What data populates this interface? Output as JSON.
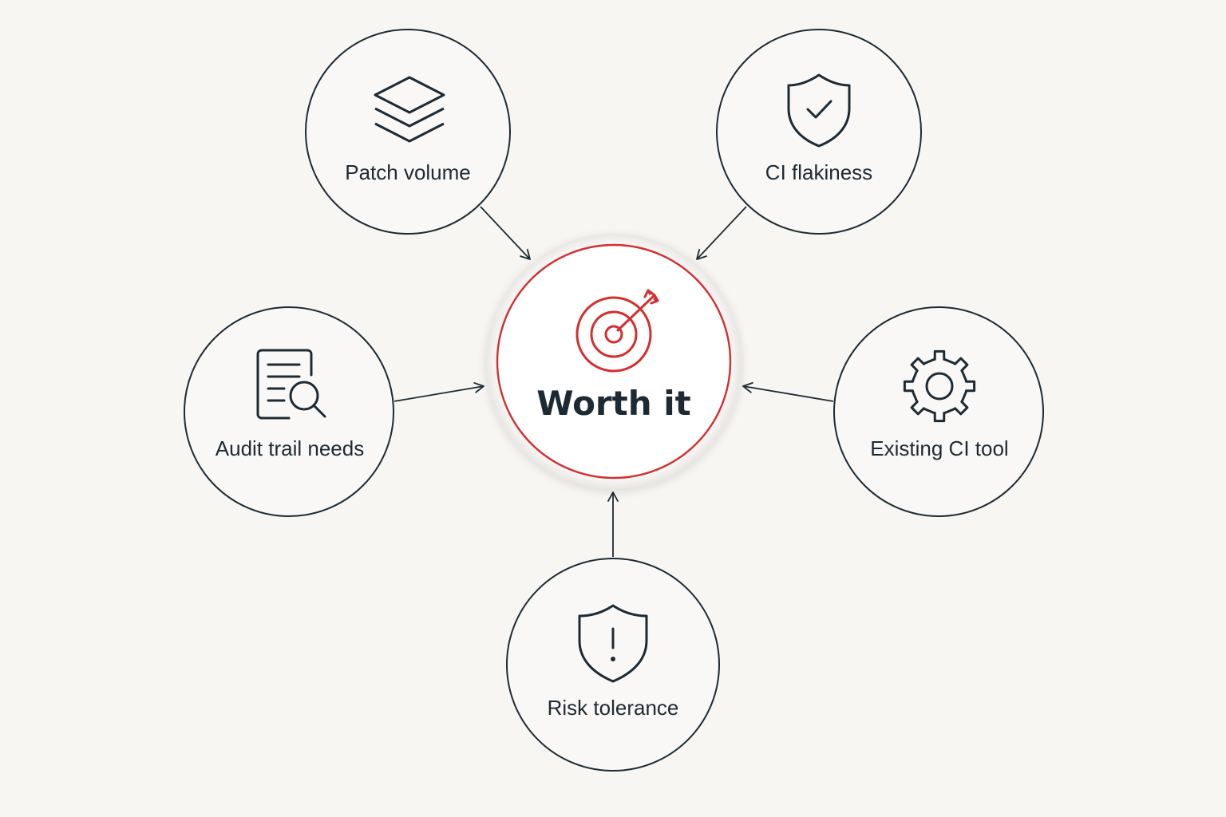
{
  "center": {
    "label": "Worth it",
    "icon": "target-icon",
    "accent_color": "#d42e2e"
  },
  "factors": [
    {
      "id": "patch-volume",
      "label": "Patch volume",
      "icon": "layers-icon"
    },
    {
      "id": "ci-flakiness",
      "label": "CI flakiness",
      "icon": "shield-check-icon"
    },
    {
      "id": "audit-trail-needs",
      "label": "Audit trail needs",
      "icon": "document-search-icon"
    },
    {
      "id": "existing-ci-tool",
      "label": "Existing CI tool",
      "icon": "gear-icon"
    },
    {
      "id": "risk-tolerance",
      "label": "Risk tolerance",
      "icon": "shield-alert-icon"
    }
  ],
  "colors": {
    "background": "#f7f6f3",
    "ink": "#1e2a33",
    "accent": "#d42e2e"
  }
}
